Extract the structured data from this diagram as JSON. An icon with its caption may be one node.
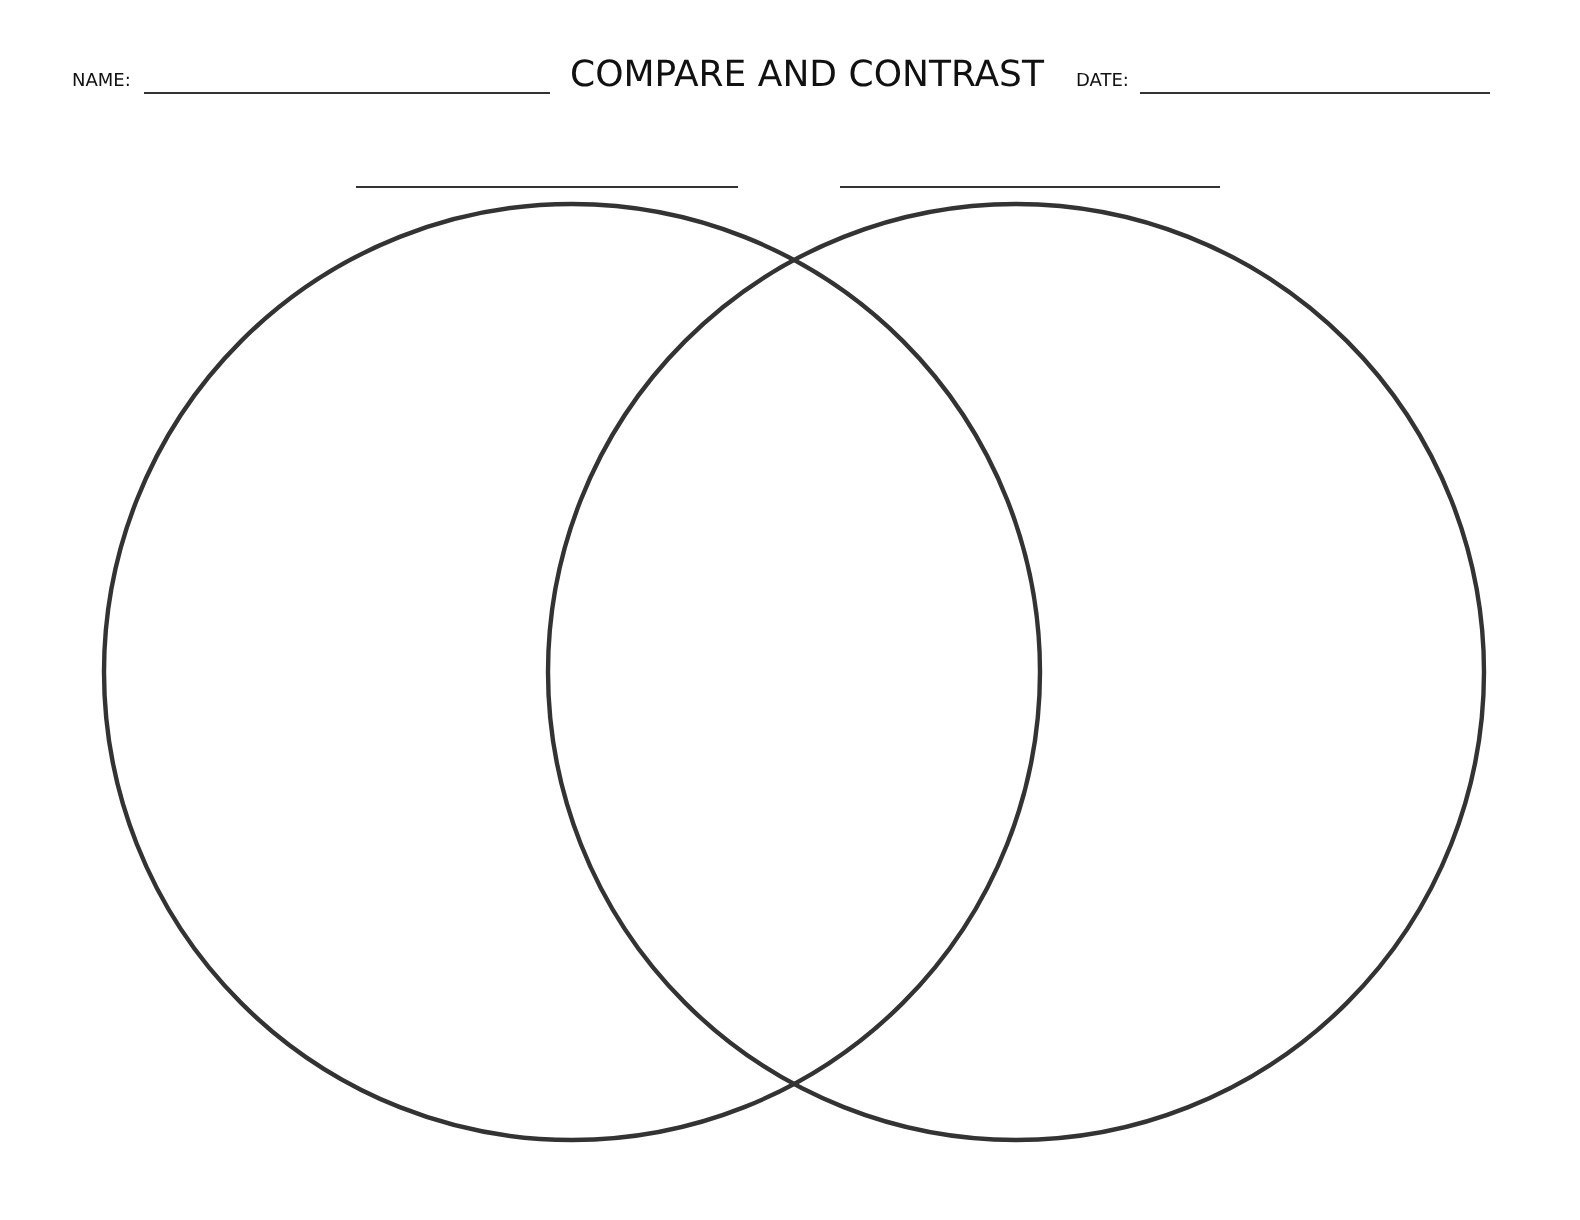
{
  "diagram": {
    "title": "COMPARE AND CONTRAST",
    "nodes": [
      {
        "text": [],
        "shape": "circle"
      },
      {
        "text": [],
        "shape": "circle"
      }
    ],
    "labels": [
      "NAME:",
      "DATE:"
    ]
  }
}
